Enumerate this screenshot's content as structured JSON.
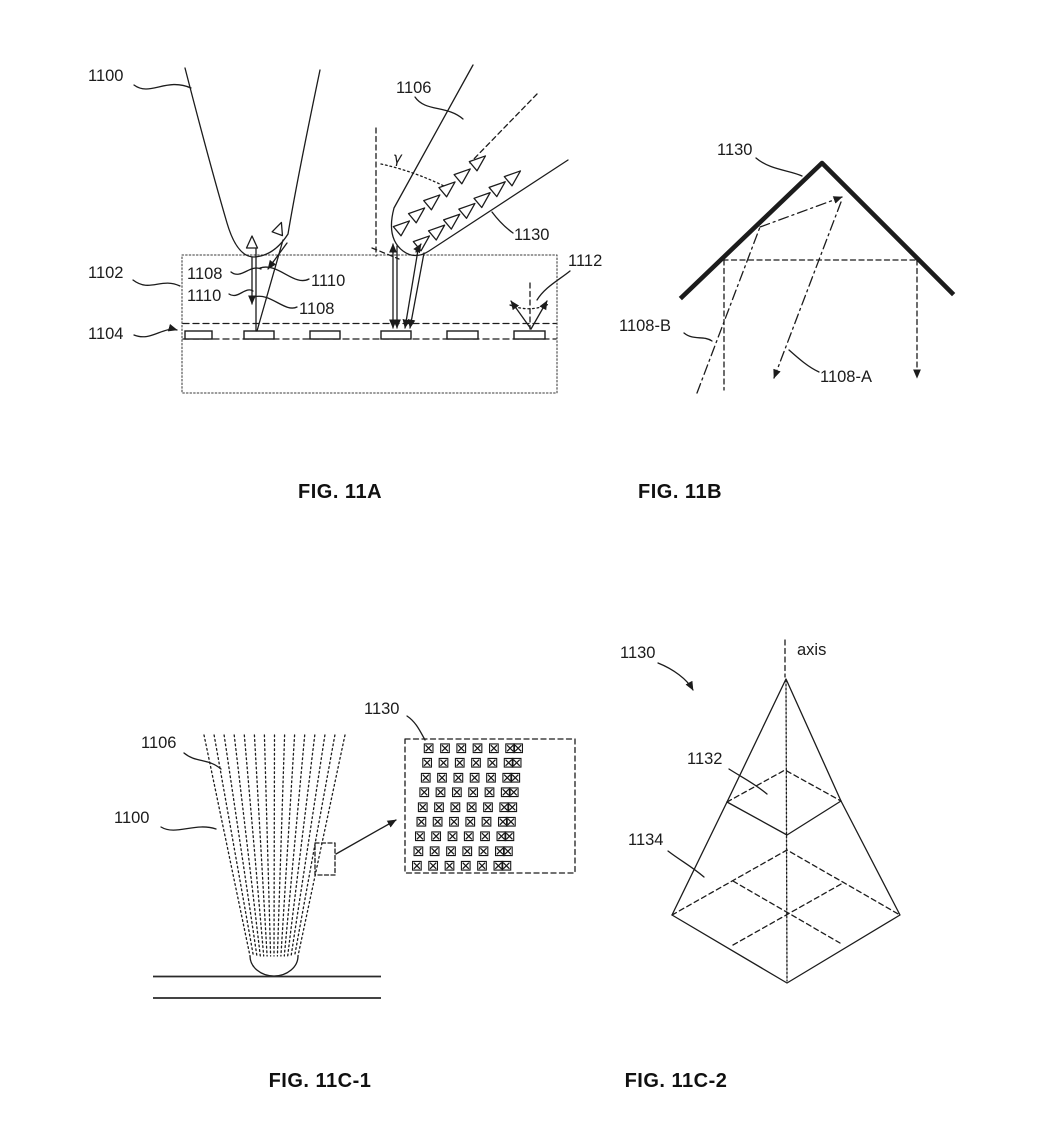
{
  "page": {
    "background": "#ffffff",
    "ink": "#1c1c1c"
  },
  "fig11a": {
    "caption": "FIG. 11A",
    "labels": {
      "n1100": "1100",
      "n1102": "1102",
      "n1104": "1104",
      "n1106": "1106",
      "n1108_left": "1108",
      "n1108_right": "1108",
      "n1110_left": "1110",
      "n1110_right": "1110",
      "n1112": "1112",
      "n1130": "1130",
      "gamma": "γ"
    },
    "emitter_count": 6,
    "prism_row_upper_count": 6,
    "prism_row_lower_count": 7
  },
  "fig11b": {
    "caption": "FIG. 11B",
    "labels": {
      "n1130": "1130",
      "n1108A": "1108-A",
      "n1108B": "1108-B"
    }
  },
  "fig11c1": {
    "caption": "FIG. 11C-1",
    "labels": {
      "n1100": "1100",
      "n1106": "1106",
      "n1130": "1130"
    },
    "fan_ray_count": 15,
    "inset": {
      "symbol": "⊠",
      "rows": 9,
      "cols": 6
    }
  },
  "fig11c2": {
    "caption": "FIG. 11C-2",
    "labels": {
      "n1130": "1130",
      "n1132": "1132",
      "n1134": "1134",
      "axis_label": "axis"
    }
  }
}
